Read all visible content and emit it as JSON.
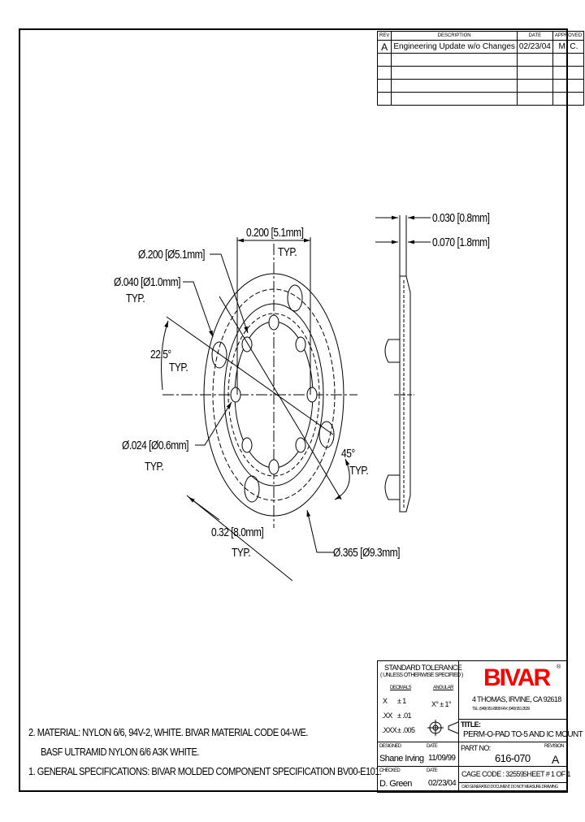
{
  "revision_table": {
    "headers": [
      "REV",
      "DESCRIPTION",
      "DATE",
      "APPROVED"
    ],
    "rows": [
      {
        "rev": "A",
        "description": "Engineering Update w/o Changes",
        "date": "02/23/04",
        "approved": "M. C."
      },
      {
        "rev": "",
        "description": "",
        "date": "",
        "approved": ""
      },
      {
        "rev": "",
        "description": "",
        "date": "",
        "approved": ""
      },
      {
        "rev": "",
        "description": "",
        "date": "",
        "approved": ""
      },
      {
        "rev": "",
        "description": "",
        "date": "",
        "approved": ""
      }
    ]
  },
  "dimensions": {
    "d1": "0.200 [5.1mm]",
    "d1_typ": "TYP.",
    "d2": "Ø.200 [Ø5.1mm]",
    "d3": "Ø.040 [Ø1.0mm]",
    "d3_typ": "TYP.",
    "d4": "22.5°",
    "d4_typ": "TYP.",
    "d5": "Ø.024 [Ø0.6mm]",
    "d5_typ": "TYP.",
    "d6": "45°",
    "d6_typ": "TYP.",
    "d7": "0.32 [8.0mm]",
    "d7_typ": "TYP.",
    "d8": "Ø.365 [Ø9.3mm]",
    "d9": "0.030 [0.8mm]",
    "d10": "0.070 [1.8mm]"
  },
  "notes": [
    "2.  MATERIAL: NYLON 6/6, 94V-2, WHITE. BIVAR MATERIAL CODE 04-WE.",
    "BASF ULTRAMID NYLON 6/6 A3K WHITE.",
    "1.  GENERAL SPECIFICATIONS: BIVAR MOLDED COMPONENT SPECIFICATION BV00-E101."
  ],
  "title_block": {
    "tolerance_title": "STANDARD TOLERANCE",
    "tolerance_sub": "( UNLESS OTHERWISE SPECIFIED )",
    "decimals_label": "DECIMALS",
    "angular_label": "ANGULAR",
    "tol_x": "X",
    "tol_x_val": "± 1",
    "tol_xx": ".XX",
    "tol_xx_val": "± .01",
    "tol_xxx": ".XXX",
    "tol_xxx_val": "± .005",
    "angular_val": "X°  ± 1°",
    "logo": "BIVAR",
    "brand_color": "#ff0000",
    "address": "4  THOMAS, IRVINE, CA  92618",
    "phone": "TEL: (949) 951-8808     FAX: (949) 951-3539",
    "title_label": "TITLE:",
    "title": "PERM-O-PAD TO-5 AND IC MOUNT",
    "designed_label": "DESIGNED",
    "designer": "Shane Irving",
    "date_label": "DATE",
    "designed_date": "11/09/99",
    "part_no_label": "PART NO:",
    "part_no": "616-070",
    "revision_label": "REVISION",
    "revision": "A",
    "checked_label": "CHECKED",
    "checker": "D. Green",
    "checked_date": "02/23/04",
    "cage_code": "CAGE CODE :  32559",
    "sheet": "SHEET #  1 OF  1",
    "cad_note": "CAD GENERATED DOCUMENT, DO NOT MEASURE DRAWING"
  }
}
